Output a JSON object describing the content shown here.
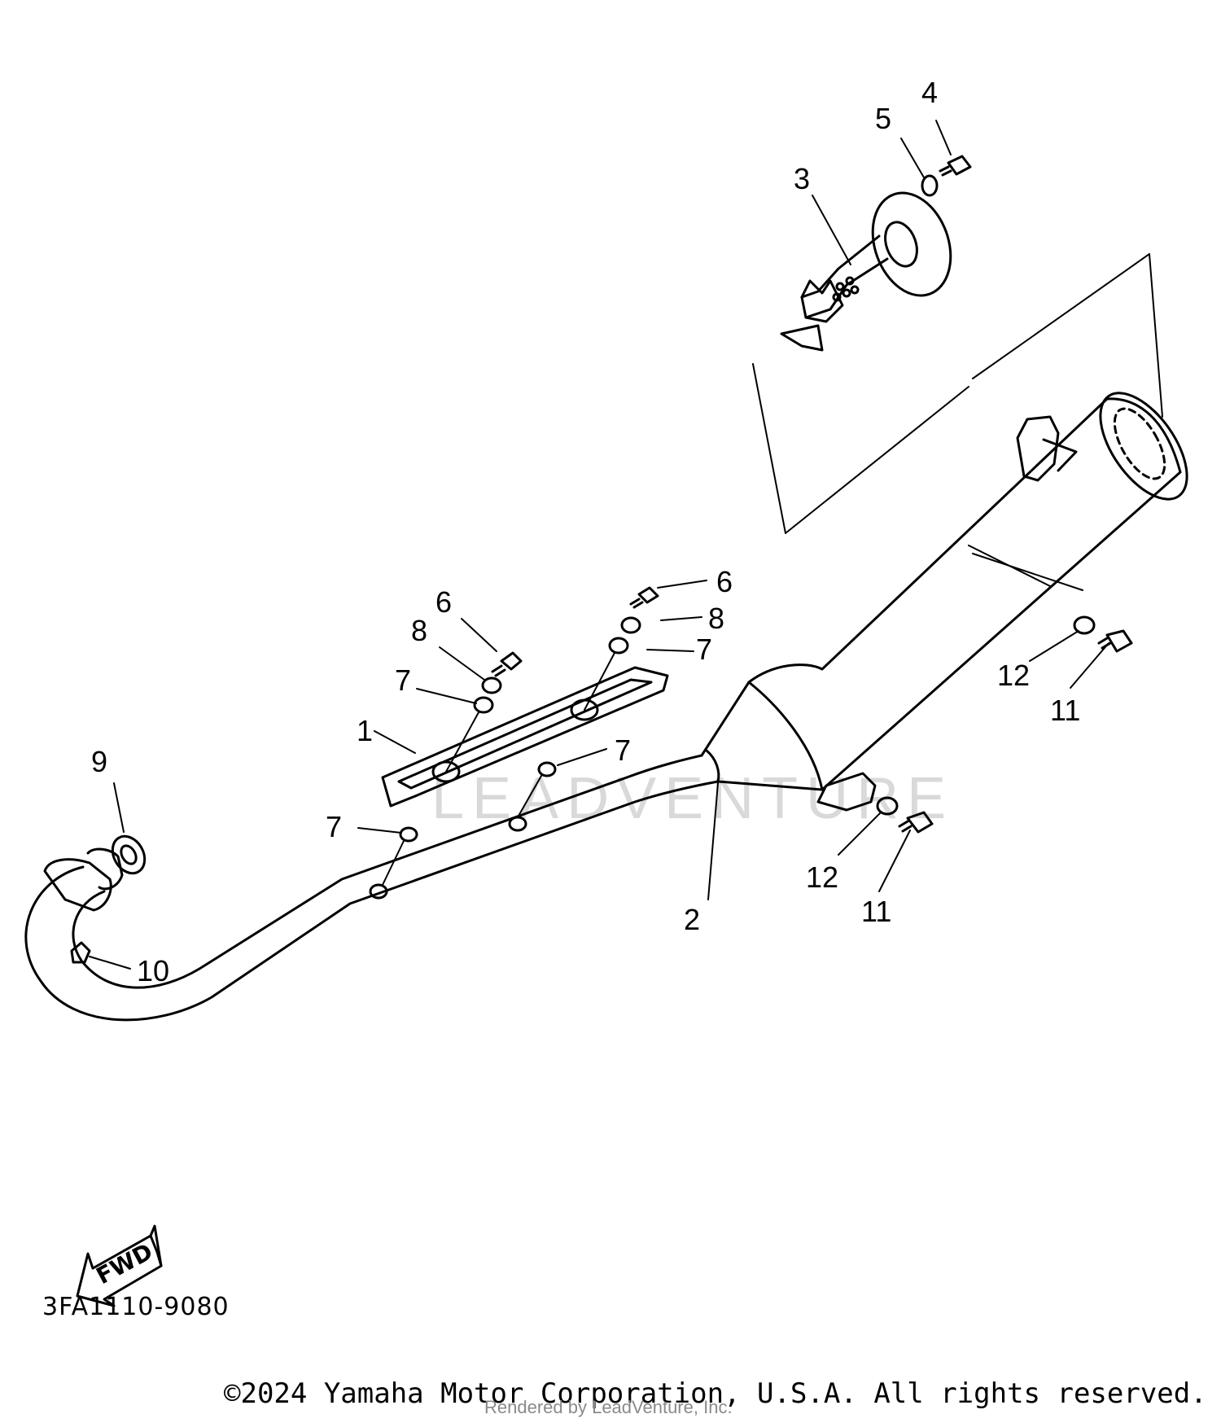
{
  "callouts": {
    "c1": "1",
    "c2": "2",
    "c3": "3",
    "c4": "4",
    "c5": "5",
    "c6a": "6",
    "c6b": "6",
    "c7a": "7",
    "c7b": "7",
    "c7c": "7",
    "c7d": "7",
    "c8a": "8",
    "c8b": "8",
    "c9": "9",
    "c10": "10",
    "c11a": "11",
    "c11b": "11",
    "c12a": "12",
    "c12b": "12"
  },
  "fwd_label": "FWD",
  "part_code": "3FA1110-9080",
  "copyright": "©2024 Yamaha Motor Corporation, U.S.A. All rights reserved.",
  "render_note": "Rendered by LeadVenture, Inc.",
  "watermark": "LEADVENTURE",
  "colors": {
    "line": "#000000",
    "background": "#ffffff",
    "watermark": "#d9d9d9"
  },
  "icons": {
    "fwd_arrow": "fwd-arrow-icon"
  }
}
